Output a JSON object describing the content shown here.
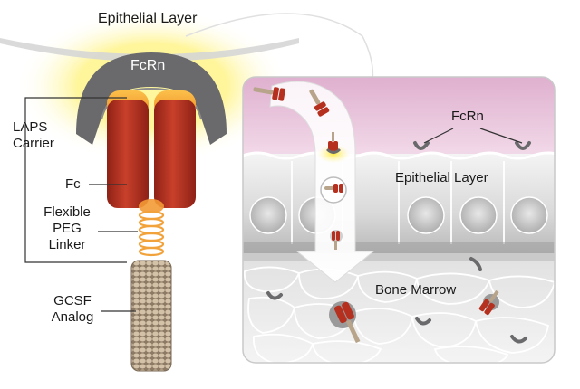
{
  "diagram": {
    "labels": {
      "epithelial_top": "Epithelial Layer",
      "fcrn_head": "FcRn",
      "laps_line1": "LAPS",
      "laps_line2": "Carrier",
      "fc": "Fc",
      "flex_line1": "Flexible",
      "flex_line2": "PEG",
      "flex_line3": "Linker",
      "gcsf_line1": "GCSF",
      "gcsf_line2": "Analog",
      "fcrn_panel": "FcRn",
      "epithelial_panel": "Epithelial Layer",
      "bone_marrow": "Bone Marrow"
    },
    "colors": {
      "fc_red": "#b5301e",
      "fcrn_gray": "#6a6a6c",
      "glow_yellow": "#ffe84a",
      "linker_orange": "#f2a23a",
      "gcsf_tan": "#b8a48a",
      "mucosa_pink": "#e9c6dc"
    }
  }
}
